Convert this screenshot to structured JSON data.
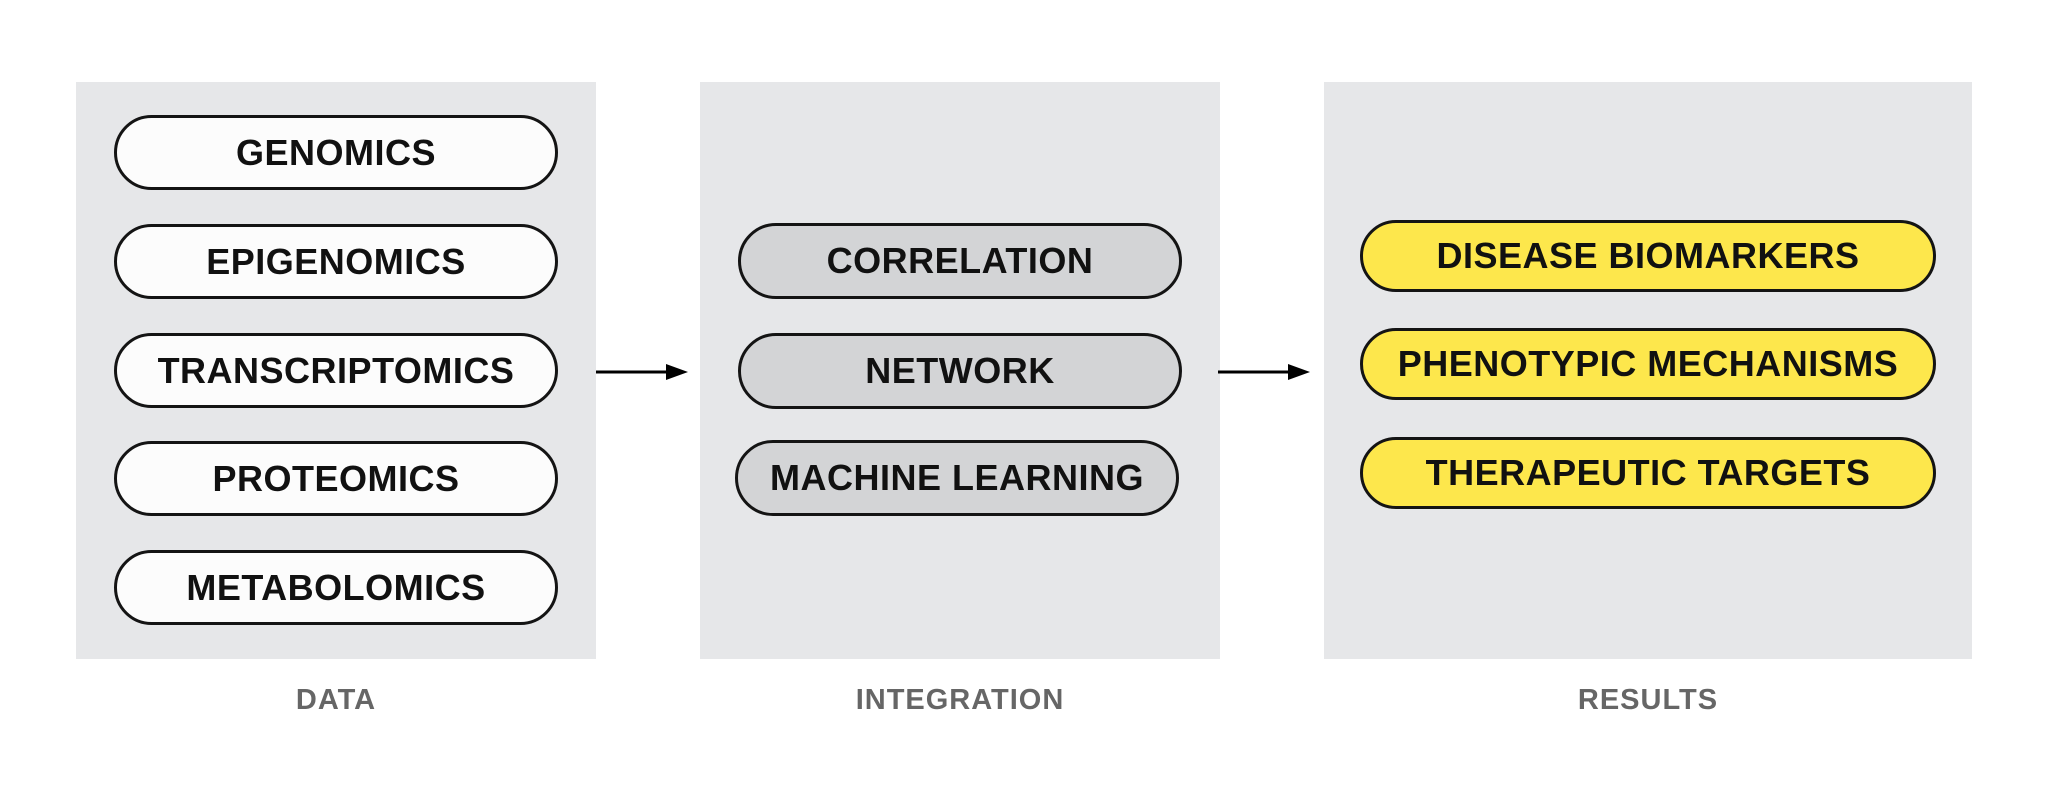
{
  "panels": {
    "data": {
      "caption": "DATA",
      "items": [
        "GENOMICS",
        "EPIGENOMICS",
        "TRANSCRIPTOMICS",
        "PROTEOMICS",
        "METABOLOMICS"
      ]
    },
    "integration": {
      "caption": "INTEGRATION",
      "items": [
        "CORRELATION",
        "NETWORK",
        "MACHINE LEARNING"
      ]
    },
    "results": {
      "caption": "RESULTS",
      "items": [
        "DISEASE BIOMARKERS",
        "PHENOTYPIC MECHANISMS",
        "THERAPEUTIC TARGETS"
      ]
    }
  },
  "colors": {
    "panel_background": "#e6e7e9",
    "data_pill": "#fcfcfc",
    "integration_pill": "#d3d4d6",
    "results_pill": "#fde74c",
    "outline": "#141414",
    "caption_text": "#666666"
  }
}
